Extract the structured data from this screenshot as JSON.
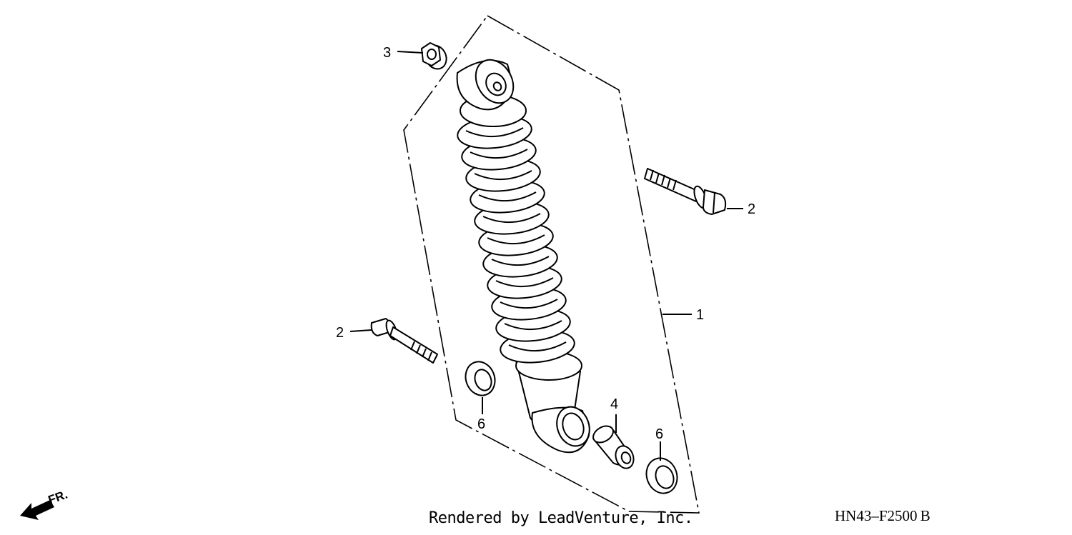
{
  "diagram": {
    "callouts": [
      {
        "id": "1",
        "label": "1"
      },
      {
        "id": "2a",
        "label": "2"
      },
      {
        "id": "2b",
        "label": "2"
      },
      {
        "id": "3",
        "label": "3"
      },
      {
        "id": "4",
        "label": "4"
      },
      {
        "id": "6a",
        "label": "6"
      },
      {
        "id": "6b",
        "label": "6"
      }
    ],
    "direction_label": "FR.",
    "footer_text": "Rendered by LeadVenture, Inc.",
    "diagram_code": "HN43–F2500 B"
  }
}
